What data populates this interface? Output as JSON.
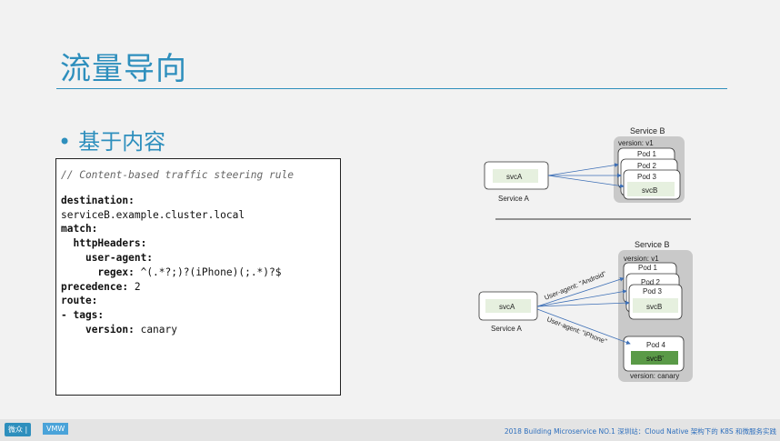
{
  "slide": {
    "title": "流量导向",
    "bullet": "基于内容"
  },
  "code": {
    "comment": "// Content-based traffic steering rule",
    "destination_key": "destination:",
    "destination_value": "serviceB.example.cluster.local",
    "match_key": "match:",
    "httpheaders_key": "httpHeaders:",
    "useragent_key": "user-agent:",
    "regex_key": "regex:",
    "regex_value": " ^(.*?;)?(iPhone)(;.*)?$",
    "precedence_key": "precedence:",
    "precedence_value": " 2",
    "route_key": "route:",
    "tags_key": "- tags:",
    "version_key": "version:",
    "version_value": " canary"
  },
  "diagram_top": {
    "service_b_label": "Service B",
    "version_label": "version: v1",
    "pods": [
      "Pod 1",
      "Pod 2",
      "Pod 3"
    ],
    "svcb_label": "svcB",
    "svca_label": "svcA",
    "service_a_label": "Service A"
  },
  "diagram_bottom": {
    "service_b_label": "Service B",
    "version_label": "version: v1",
    "pods": [
      "Pod 1",
      "Pod 2",
      "Pod 3"
    ],
    "svcb_label": "svcB",
    "pod4_label": "Pod 4",
    "svcb_prime_label": "svcB'",
    "canary_label": "version: canary",
    "svca_label": "svcA",
    "service_a_label": "Service A",
    "android_edge_label": "User-agent: \"Android\"",
    "iphone_edge_label": "User-agent: \"iPhone\""
  },
  "footer": {
    "logo": "微众 | ",
    "logo2": "VMW",
    "text": "2018 Building Microservice NO.1 深圳站：Cloud Native 架构下的 K8S 和微服务实践"
  },
  "colors": {
    "accent": "#2e8fbd",
    "svc_green": "#e6f0df",
    "canary_green": "#5a9a47",
    "service_group_bg": "#c9c9c9"
  }
}
